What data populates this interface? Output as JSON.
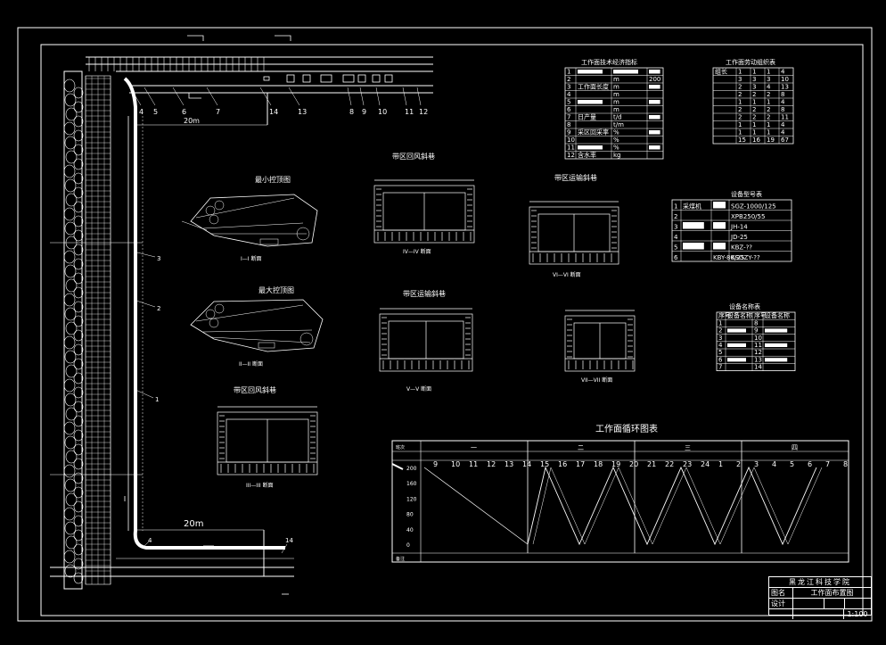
{
  "tables": {
    "tech": {
      "title": "工作面技术经济指标",
      "rows": [
        [
          "1",
          "",
          ""
        ],
        [
          "2",
          "",
          "m"
        ],
        [
          "3",
          "工作面长度",
          "m"
        ],
        [
          "4",
          "",
          "m"
        ],
        [
          "5",
          "",
          "m"
        ],
        [
          "6",
          "",
          "m"
        ],
        [
          "7",
          "日产量",
          "t/d"
        ],
        [
          "8",
          "",
          "t/m"
        ],
        [
          "9",
          "采区回采率",
          "%"
        ],
        [
          "10",
          "",
          "%"
        ],
        [
          "11",
          "",
          "%"
        ],
        [
          "12",
          "含水率",
          "kg"
        ]
      ],
      "values": [
        "",
        "200",
        "",
        "",
        "",
        "",
        "",
        "",
        "",
        "",
        "",
        ""
      ]
    },
    "labor": {
      "title": "工作面劳动组织表",
      "rows": [
        [
          "组长",
          "1",
          "1",
          "1",
          "4"
        ],
        [
          "",
          "3",
          "3",
          "3",
          "10"
        ],
        [
          "",
          "2",
          "3",
          "4",
          "13"
        ],
        [
          "",
          "2",
          "2",
          "2",
          "8"
        ],
        [
          "",
          "1",
          "1",
          "1",
          "4"
        ],
        [
          "",
          "2",
          "2",
          "2",
          "8"
        ],
        [
          "",
          "2",
          "2",
          "2",
          "11"
        ],
        [
          "",
          "1",
          "1",
          "1",
          "4"
        ],
        [
          "",
          "1",
          "1",
          "1",
          "4"
        ],
        [
          "",
          "15",
          "16",
          "19",
          "67"
        ]
      ]
    },
    "equipment_model": {
      "title": "设备型号表",
      "rows": [
        [
          "1",
          "采煤机",
          "",
          "SGZ-1000/125"
        ],
        [
          "2",
          "",
          "",
          "XPB250/55"
        ],
        [
          "3",
          "",
          "",
          "JH-14"
        ],
        [
          "4",
          "",
          "",
          "JD-25"
        ],
        [
          "5",
          "",
          "",
          "KBZ-??"
        ],
        [
          "6",
          "",
          "KBY-80/25",
          "KSGZY-??"
        ]
      ]
    },
    "equipment_name": {
      "title": "设备名称表",
      "header": [
        "序号",
        "设备名称",
        "序号",
        "设备名称"
      ],
      "rows": [
        [
          "1",
          "",
          "8",
          ""
        ],
        [
          "2",
          "",
          "9",
          ""
        ],
        [
          "3",
          "",
          "10",
          ""
        ],
        [
          "4",
          "",
          "11",
          ""
        ],
        [
          "5",
          "",
          "12",
          ""
        ],
        [
          "6",
          "",
          "13",
          ""
        ],
        [
          "7",
          "",
          "14",
          ""
        ]
      ]
    }
  },
  "sections": {
    "min_roof": "最小控顶图",
    "max_roof": "最大控顶图",
    "sec1": "I—I 断面",
    "sec2": "II—II 断面",
    "sec3_title": "带区回风斜巷",
    "sec3": "III—III 断面",
    "sec4_title": "带区回风斜巷",
    "sec4": "IV—IV 断面",
    "sec5_title": "带区运输斜巷",
    "sec5": "V—V 断面",
    "sec6_title": "带区运输斜巷",
    "sec6": "VI—VI 断面",
    "sec7": "VII—VII 断面"
  },
  "plan": {
    "dim_top": "20m",
    "dim_bottom": "20m",
    "top_labels": [
      "4",
      "5",
      "6",
      "7",
      "14",
      "13",
      "8",
      "9",
      "10",
      "11",
      "12"
    ],
    "side_labels": [
      "3",
      "2",
      "1"
    ],
    "bottom_labels": [
      "4",
      "14"
    ]
  },
  "cycle": {
    "title": "工作面循环图表",
    "shifts": [
      "一",
      "二",
      "三",
      "四"
    ],
    "hours": [
      "9",
      "10",
      "11",
      "12",
      "13",
      "14",
      "15",
      "16",
      "17",
      "18",
      "19",
      "20",
      "21",
      "22",
      "23",
      "24",
      "1",
      "2",
      "3",
      "4",
      "5",
      "6",
      "7",
      "8"
    ],
    "y_ticks": [
      "200",
      "160",
      "120",
      "80",
      "40",
      "0"
    ],
    "row_label_top": "班次",
    "row_label_bottom": "备注"
  },
  "title_block": {
    "school": "黑龙江科技学院",
    "r2a": "图名",
    "r2b": "工作面布置图",
    "r3a": "设计",
    "r3b": "",
    "r3c": "",
    "r3d": "",
    "r4a": "",
    "r4b": "",
    "r4c": "1:100"
  }
}
